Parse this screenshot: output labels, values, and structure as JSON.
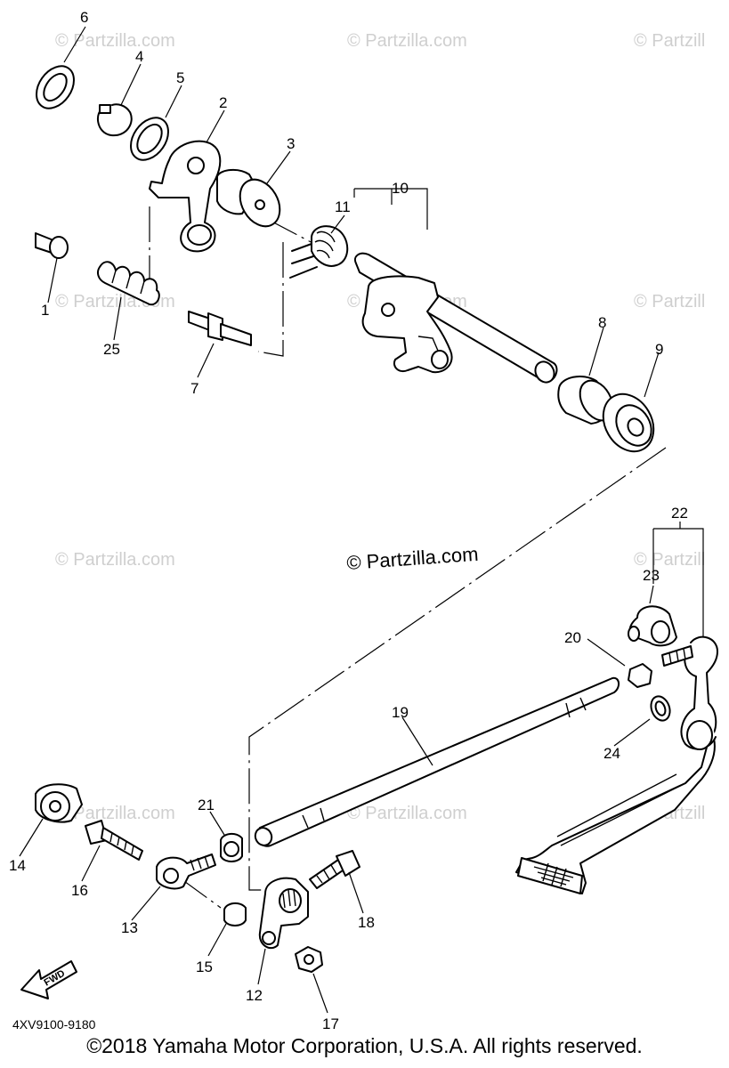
{
  "watermark": "© Partzilla.com",
  "watermark_faint": "© Partzilla.com",
  "watermark_partial": "© Partzill",
  "diagram_code": "4XV9100-9180",
  "fwd_label": "FWD",
  "copyright": "©2018 Yamaha Motor Corporation, U.S.A. All rights reserved.",
  "callouts": {
    "c1": "1",
    "c2": "2",
    "c3": "3",
    "c4": "4",
    "c5": "5",
    "c6": "6",
    "c7": "7",
    "c8": "8",
    "c9": "9",
    "c10": "10",
    "c11": "11",
    "c12": "12",
    "c13": "13",
    "c14": "14",
    "c15": "15",
    "c16": "16",
    "c17": "17",
    "c18": "18",
    "c19": "19",
    "c20": "20",
    "c21": "21",
    "c22": "22",
    "c23": "23",
    "c24": "24",
    "c25": "25"
  }
}
